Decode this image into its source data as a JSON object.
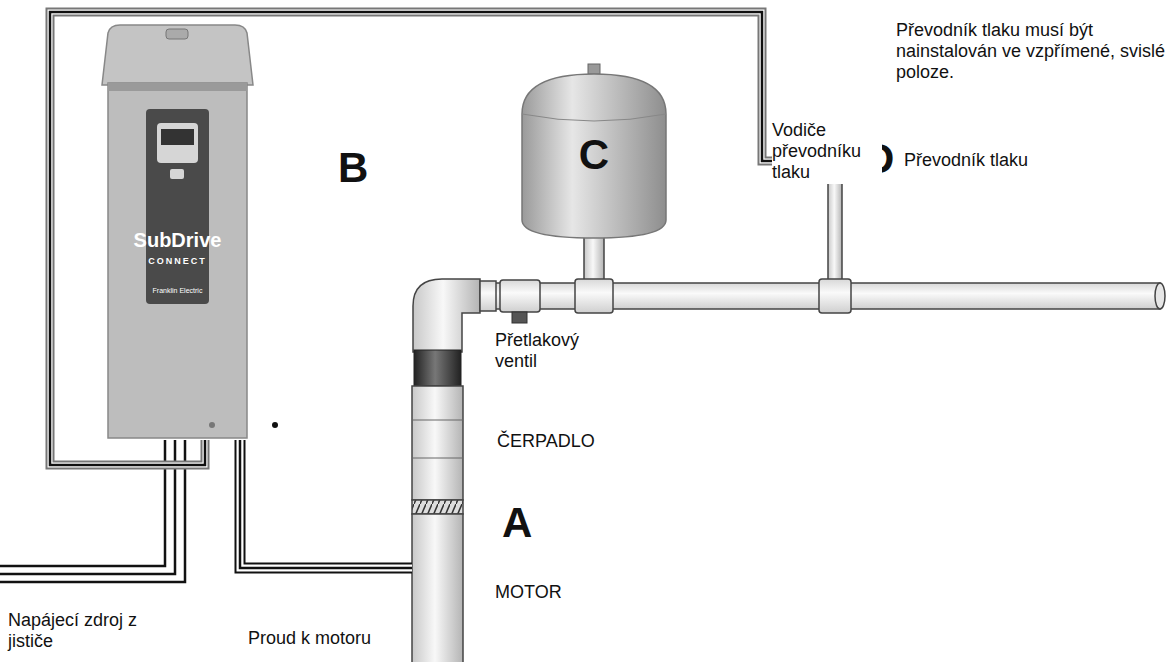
{
  "diagram": {
    "nodes": [
      {
        "text": [
          "B",
          "SubDrive",
          "CONNECT",
          "Franklin Electric"
        ]
      },
      {
        "text": [
          "C"
        ]
      },
      {
        "text": [
          "D",
          "Převodník tlaku"
        ]
      },
      {
        "text": [
          "ČERPADLO"
        ]
      },
      {
        "text": [
          "A",
          "MOTOR"
        ]
      }
    ],
    "edges": [
      {
        "from": 0,
        "to": 4,
        "arrow": "none",
        "label": "Proud k motoru"
      },
      {
        "from": 0,
        "to": 2,
        "arrow": "none",
        "label": "Vodiče převodníku tlaku"
      }
    ],
    "labels": [
      "Převodník tlaku musí být nainstalován ve vzpřímené, svislé poloze.",
      "Přetlakový ventil",
      "Napájecí zdroj z jističe"
    ]
  }
}
